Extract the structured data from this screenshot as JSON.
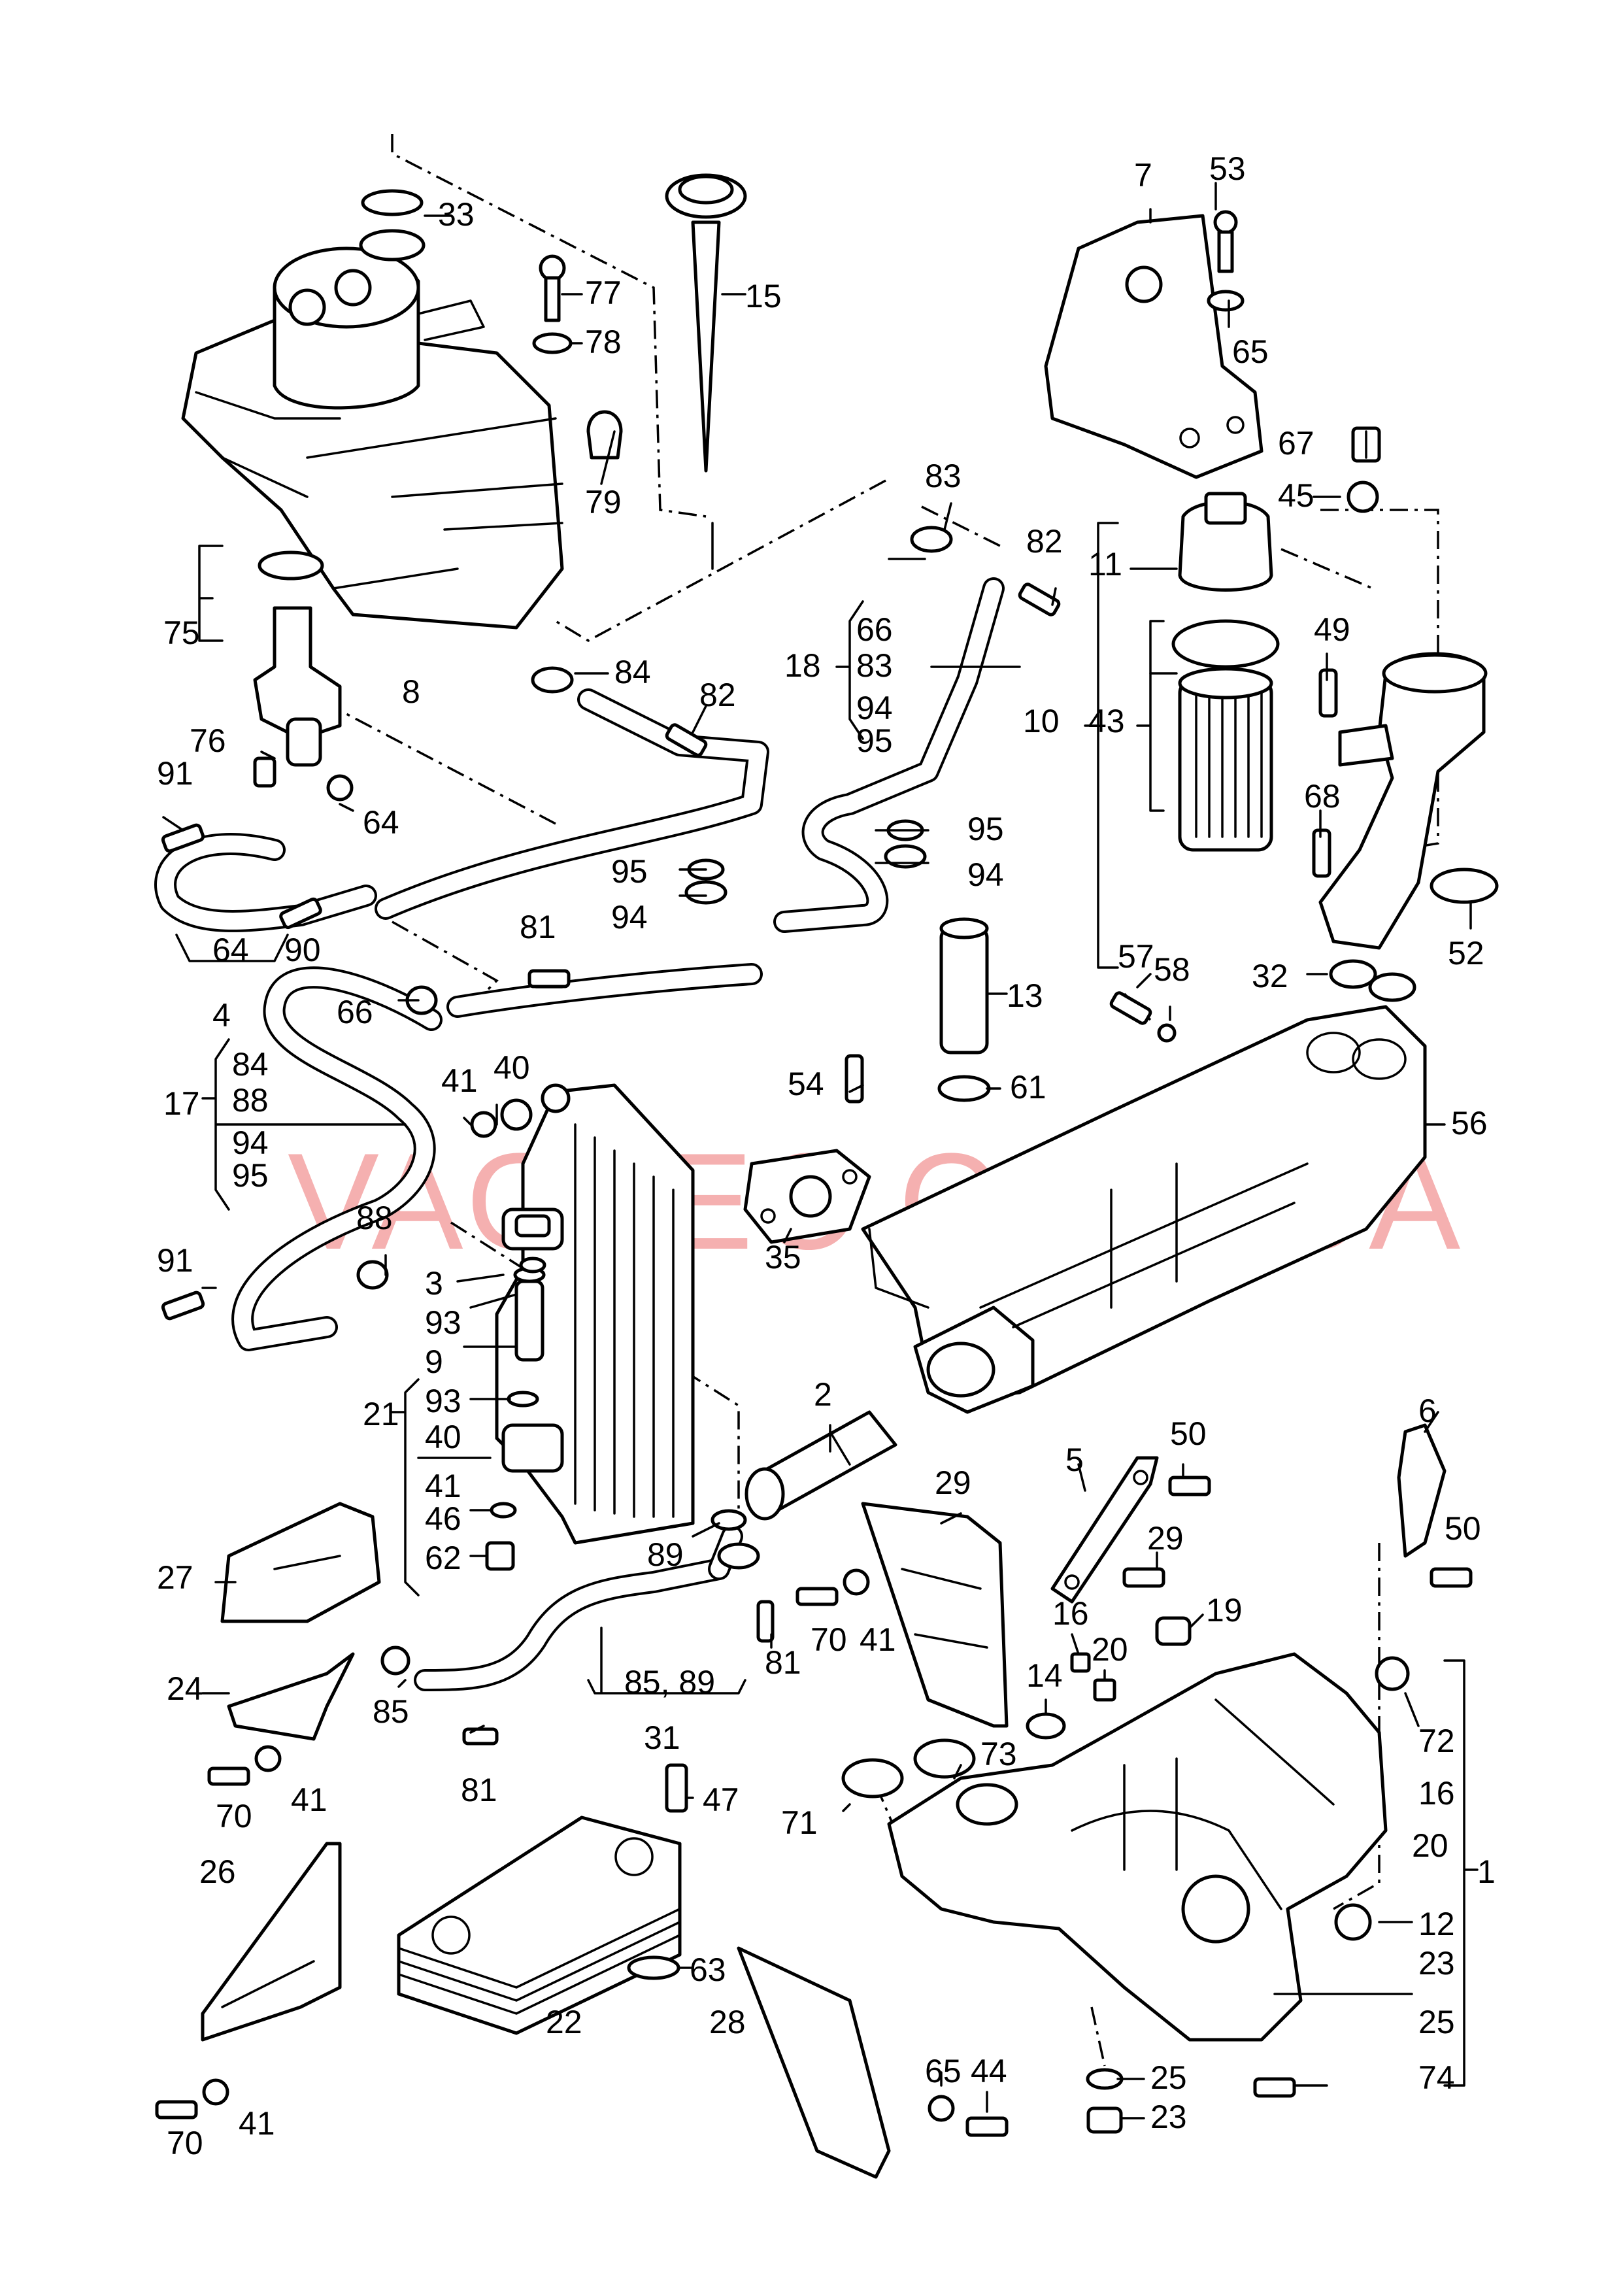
{
  "watermark": "VAGTEC.COM.UA",
  "callouts": {
    "c1": "1",
    "c2": "2",
    "c3": "3",
    "c4": "4",
    "c5": "5",
    "c6": "6",
    "c7": "7",
    "c8": "8",
    "c9": "9",
    "c10": "10",
    "c11": "11",
    "c12": "12",
    "c13": "13",
    "c14": "14",
    "c15": "15",
    "c16a": "16",
    "c16b": "16",
    "c17": "17",
    "c18": "18",
    "c19": "19",
    "c20a": "20",
    "c20b": "20",
    "c21": "21",
    "c22": "22",
    "c23a": "23",
    "c23b": "23",
    "c24": "24",
    "c25a": "25",
    "c25b": "25",
    "c26": "26",
    "c27": "27",
    "c28": "28",
    "c29a": "29",
    "c29b": "29",
    "c31": "31",
    "c32": "32",
    "c33": "33",
    "c35": "35",
    "c40a": "40",
    "c40b": "40",
    "c41a": "41",
    "c41b": "41",
    "c41c": "41",
    "c41d": "41",
    "c41e": "41",
    "c43": "43",
    "c44": "44",
    "c45": "45",
    "c46": "46",
    "c47": "47",
    "c49": "49",
    "c50a": "50",
    "c50b": "50",
    "c52": "52",
    "c53": "53",
    "c54": "54",
    "c56": "56",
    "c57": "57",
    "c58": "58",
    "c61": "61",
    "c62": "62",
    "c63": "63",
    "c64a": "64",
    "c64b": "64",
    "c65a": "65",
    "c65b": "65",
    "c66a": "66",
    "c66b": "66",
    "c67": "67",
    "c68": "68",
    "c70a": "70",
    "c70b": "70",
    "c70c": "70",
    "c71": "71",
    "c72": "72",
    "c73": "73",
    "c74": "74",
    "c75": "75",
    "c76": "76",
    "c77": "77",
    "c78": "78",
    "c79": "79",
    "c81a": "81",
    "c81b": "81",
    "c81c": "81",
    "c82a": "82",
    "c82b": "82",
    "c83a": "83",
    "c83b": "83",
    "c84a": "84",
    "c84b": "84",
    "c8589": "85, 89",
    "c85": "85",
    "c88a": "88",
    "c88b": "88",
    "c89": "89",
    "c90": "90",
    "c91a": "91",
    "c91b": "91",
    "c93a": "93",
    "c93b": "93",
    "c94a": "94",
    "c94b": "94",
    "c94c": "94",
    "c94d": "94",
    "c95a": "95",
    "c95b": "95",
    "c95c": "95",
    "c95d": "95"
  }
}
